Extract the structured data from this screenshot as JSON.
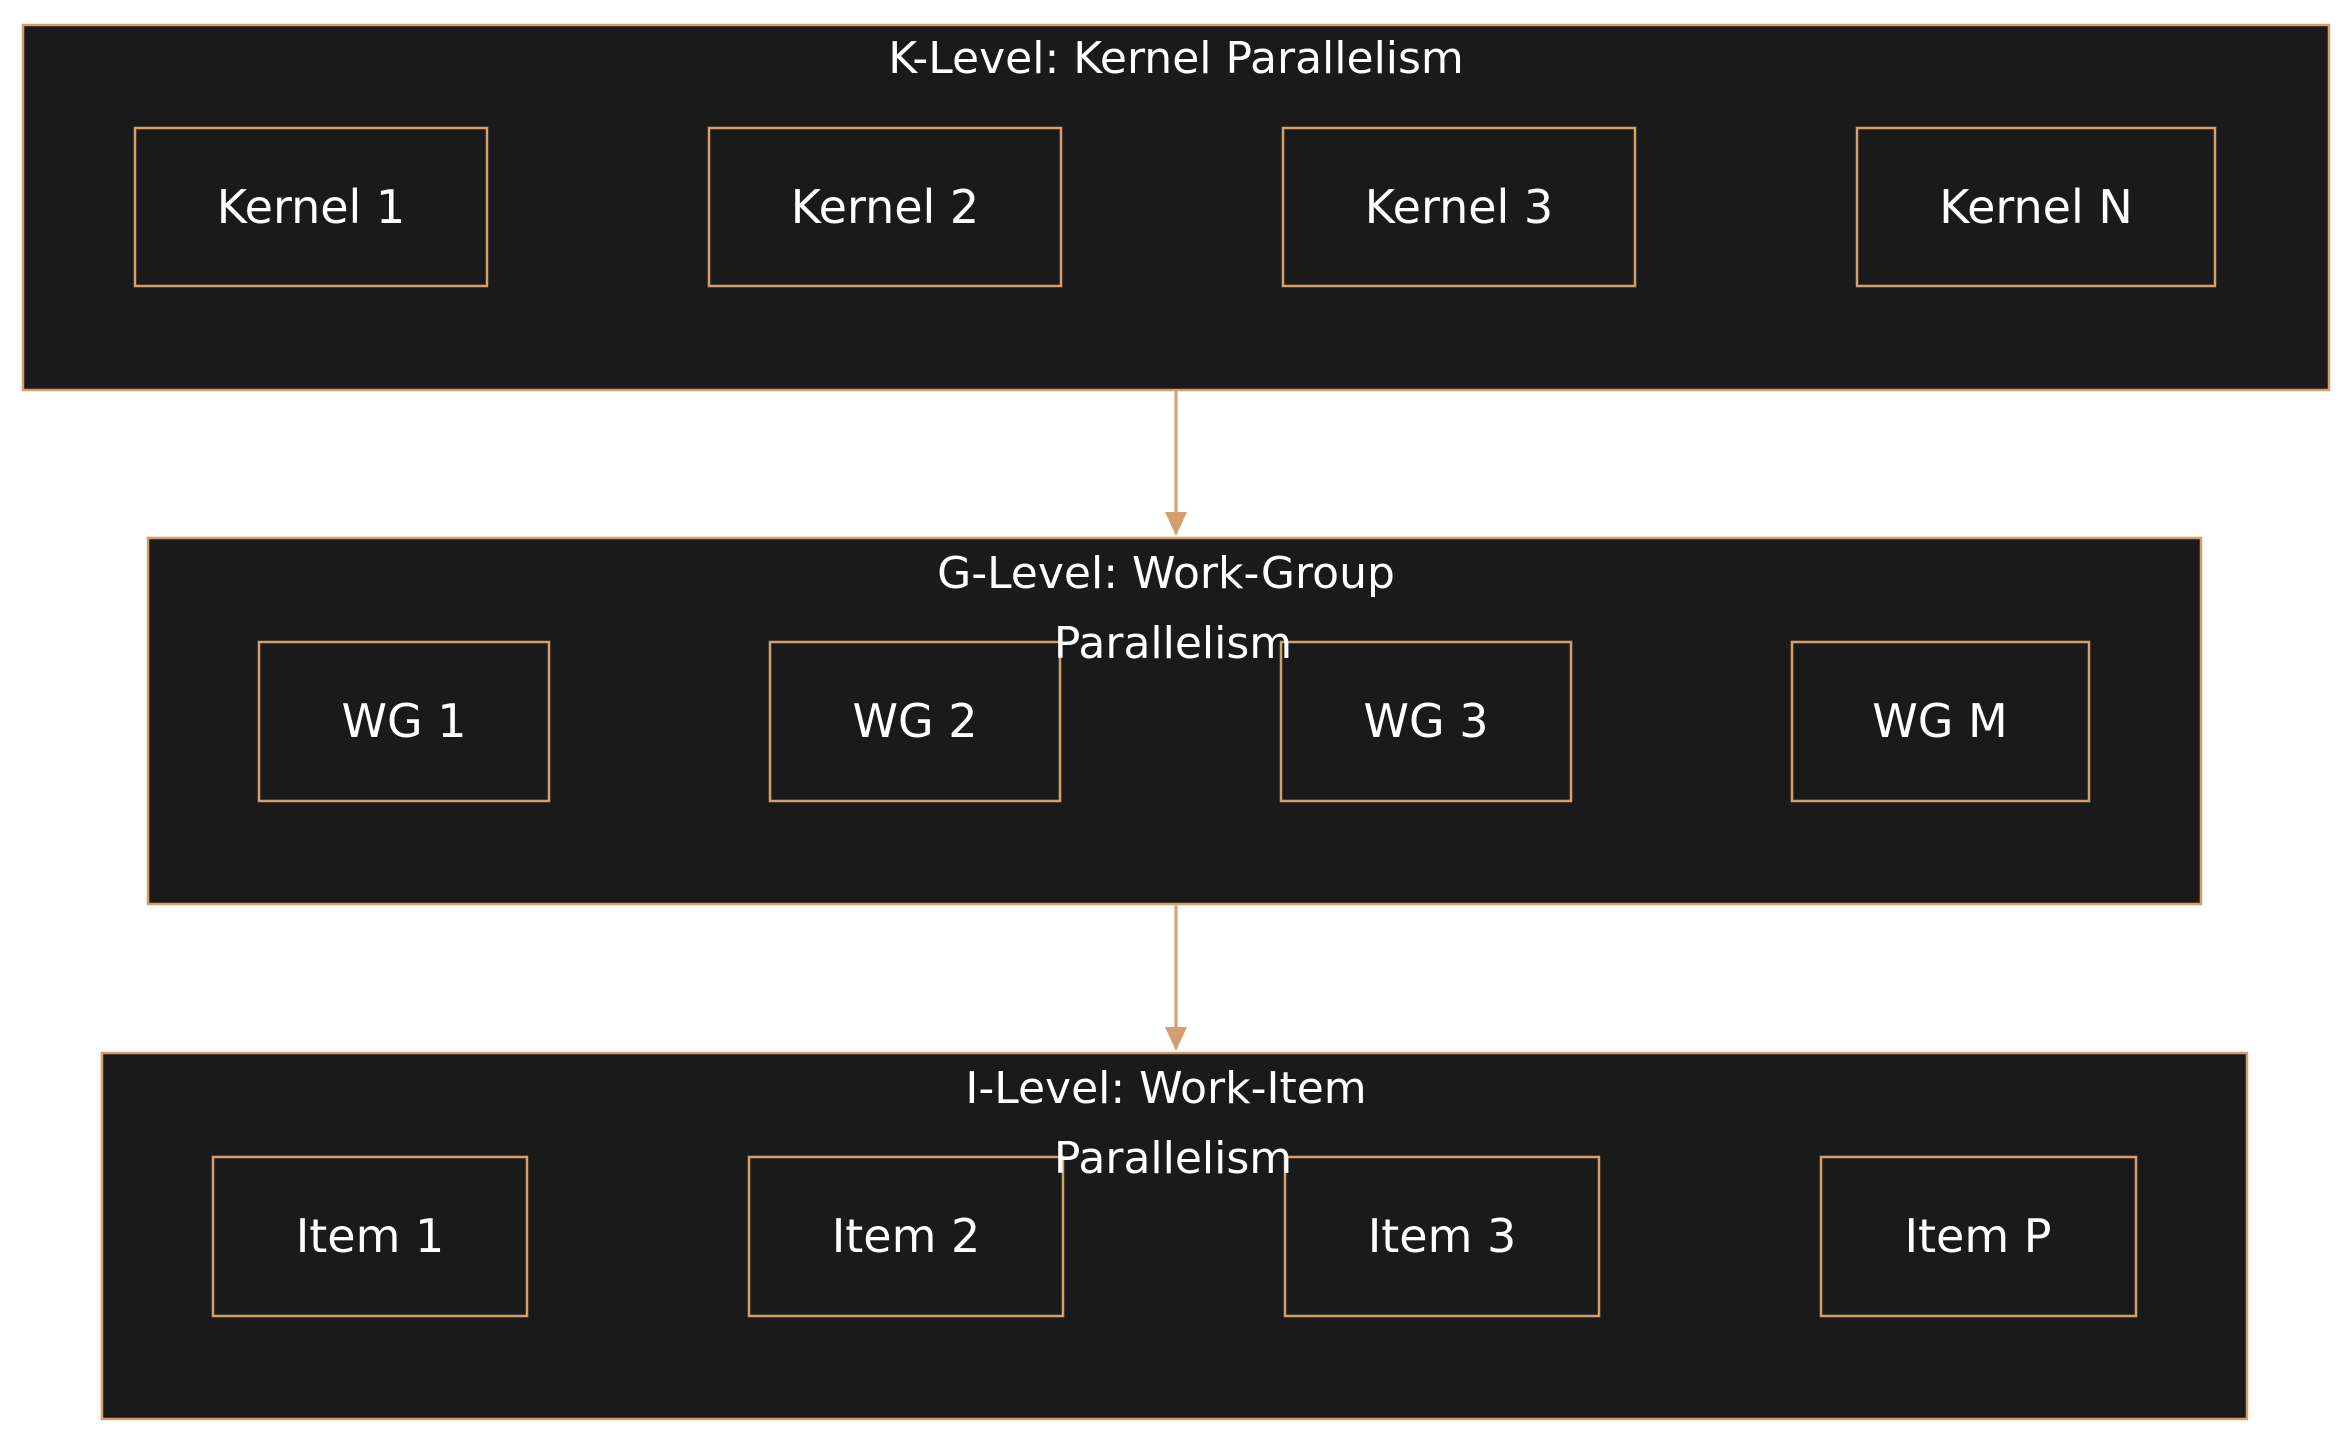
{
  "colors": {
    "background": "#ffffff",
    "box_fill": "#1b1a1a",
    "border": "#d3a06d",
    "text": "#ffffff",
    "arrow": "#d3a06d"
  },
  "diagram": {
    "k_level": {
      "title": "K-Level: Kernel Parallelism",
      "nodes": [
        "Kernel 1",
        "Kernel 2",
        "Kernel 3",
        "Kernel N"
      ]
    },
    "g_level": {
      "title_line1": "G-Level: Work-Group",
      "title_line2": "Parallelism",
      "nodes": [
        "WG 1",
        "WG 2",
        "WG 3",
        "WG M"
      ]
    },
    "i_level": {
      "title_line1": "I-Level: Work-Item",
      "title_line2": "Parallelism",
      "nodes": [
        "Item 1",
        "Item 2",
        "Item 3",
        "Item P"
      ]
    }
  }
}
